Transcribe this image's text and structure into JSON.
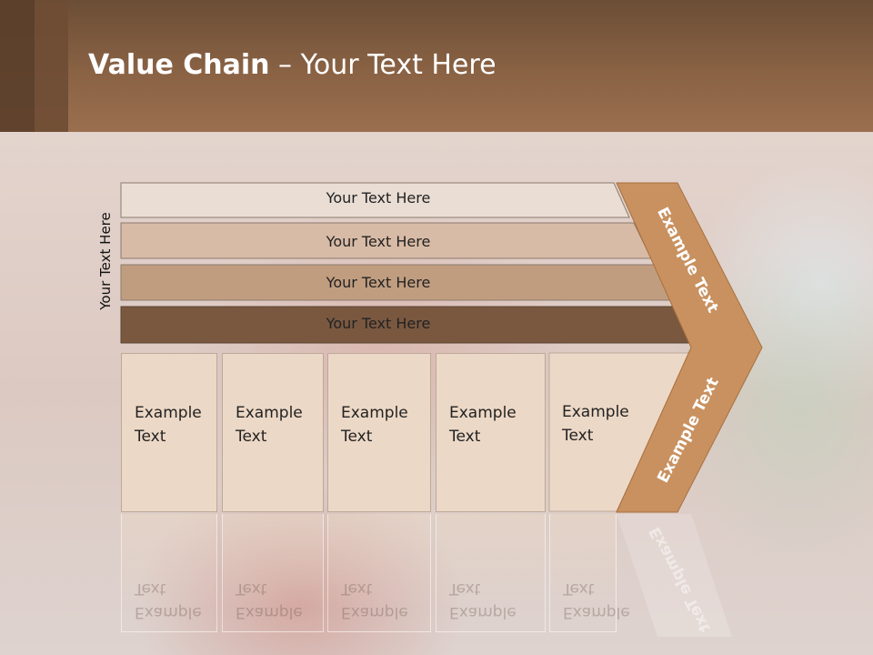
{
  "title": {
    "bold": "Value Chain",
    "rest": " – Your Text Here"
  },
  "vertical_label": "Your Text Here",
  "bars": [
    {
      "label": "Your Text Here",
      "color": "#e9ddd4"
    },
    {
      "label": "Your Text Here",
      "color": "#d8bba6"
    },
    {
      "label": "Your Text Here",
      "color": "#c19d80"
    },
    {
      "label": "Your Text Here",
      "color": "#7a5840"
    }
  ],
  "boxes": [
    {
      "text": "Example\nText"
    },
    {
      "text": "Example\nText"
    },
    {
      "text": "Example\nText"
    },
    {
      "text": "Example\nText"
    },
    {
      "text": "Example\nText"
    }
  ],
  "chevron": {
    "upper_text": "Example Text",
    "lower_text": "Example Text",
    "color": "#c8915f"
  },
  "colors": {
    "header_dark": "#6b4e36",
    "accent": "#c8915f"
  }
}
